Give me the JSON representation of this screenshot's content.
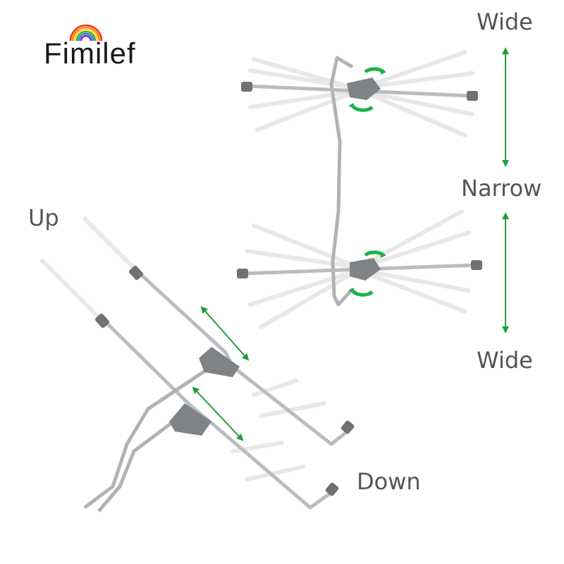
{
  "brand": {
    "name": "Fimilef",
    "rainbow_colors": [
      "#e53935",
      "#fb8c00",
      "#fdd835",
      "#43a047",
      "#1e88e5",
      "#8e24aa"
    ]
  },
  "labels": {
    "wide_top": "Wide",
    "narrow": "Narrow",
    "wide_bottom": "Wide",
    "up": "Up",
    "down": "Down"
  },
  "colors": {
    "arrow": "#1e9e3a",
    "rotate_arrow": "#19b34a",
    "rod": "#b9bcc0",
    "hub": "#808385",
    "cap": "#6f7274",
    "ghost": "#e6e6e6"
  },
  "icons": [
    "rainbow-icon",
    "rotate-arrow-icon",
    "double-arrow-icon"
  ]
}
